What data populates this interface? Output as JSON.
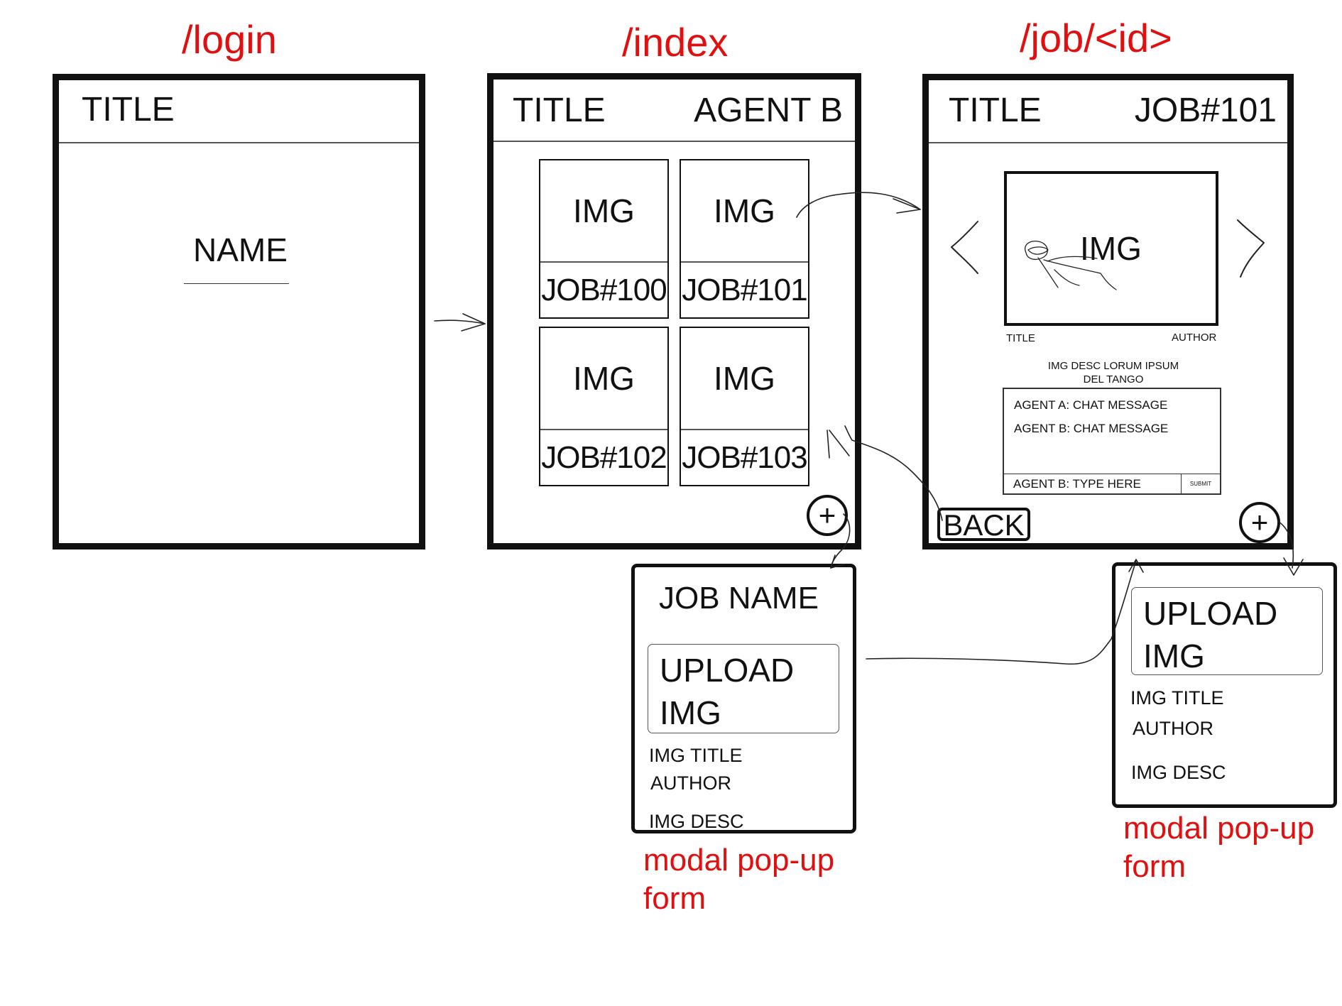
{
  "routes": {
    "login": "/login",
    "index": "/index",
    "job": "/job/<id>"
  },
  "login_screen": {
    "title": "TITLE",
    "name_field": "NAME"
  },
  "index_screen": {
    "title": "TITLE",
    "agent": "AGENT B",
    "tiles": [
      {
        "img": "IMG",
        "job": "JOB#100"
      },
      {
        "img": "IMG",
        "job": "JOB#101"
      },
      {
        "img": "IMG",
        "job": "JOB#102"
      },
      {
        "img": "IMG",
        "job": "JOB#103"
      }
    ],
    "add_button": "+"
  },
  "job_screen": {
    "title": "TITLE",
    "job_id": "JOB#101",
    "image_label": "IMG",
    "prev_icon": "chevron-left-icon",
    "next_icon": "chevron-right-icon",
    "image_title": "TITLE",
    "image_author": "AUTHOR",
    "image_desc_line1": "IMG DESC LORUM IPSUM",
    "image_desc_line2": "DEL TANGO",
    "chat_messages": [
      "AGENT A: CHAT MESSAGE",
      "AGENT B: CHAT MESSAGE"
    ],
    "chat_input": "AGENT B: TYPE HERE",
    "submit_label": "SUBMIT",
    "back_label": "BACK",
    "add_button": "+"
  },
  "index_modal": {
    "job_name": "JOB NAME",
    "upload_line1": "UPLOAD",
    "upload_line2": "IMG",
    "img_title": "IMG TITLE",
    "author": "AUTHOR",
    "img_desc": "IMG DESC",
    "note_line1": "modal pop-up",
    "note_line2": "form"
  },
  "job_modal": {
    "upload_line1": "UPLOAD",
    "upload_line2": "IMG",
    "img_title": "IMG TITLE",
    "author": "AUTHOR",
    "img_desc": "IMG DESC",
    "note_line1": "modal pop-up",
    "note_line2": "form"
  },
  "colors": {
    "annotation": "#e01010",
    "ink": "#111111"
  }
}
